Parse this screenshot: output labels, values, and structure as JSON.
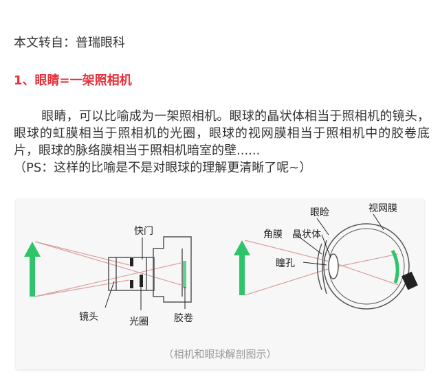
{
  "source_line": "本文转自：普瑞眼科",
  "heading": "1、眼睛=一架照相机",
  "paragraph_main": "眼睛，可以比喻成为一架照相机。眼球的晶状体相当于照相机的镜头，眼球的虹膜相当于照相机的光圈，眼球的视网膜相当于照相机中的胶卷底片，眼球的脉络膜相当于照相机暗室的壁......",
  "paragraph_ps": "（PS：这样的比喻是不是对眼球的理解更清晰了呢~）",
  "figure": {
    "camera_labels": {
      "shutter": "快门",
      "lens": "镜头",
      "aperture": "光圈",
      "film": "胶卷"
    },
    "eye_labels": {
      "eyelid": "眼睑",
      "retina": "视网膜",
      "cornea": "角膜",
      "crystalline_lens": "晶状体",
      "pupil": "瞳孔"
    },
    "caption": "（相机和眼球解剖图示）",
    "colors": {
      "arrow": "#2ec56a",
      "ray": "#d9a0a0",
      "outline": "#555555"
    }
  }
}
